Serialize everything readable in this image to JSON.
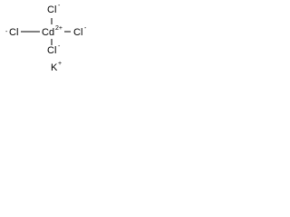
{
  "molecule": {
    "center_atom": {
      "symbol": "Cd",
      "charge": "2+"
    },
    "top_ligand": {
      "symbol": "Cl",
      "charge": "-"
    },
    "left_ligand": {
      "symbol": "Cl",
      "charge": "-",
      "prefix_charge": "-"
    },
    "right_ligand": {
      "symbol": "Cl",
      "charge": "-"
    },
    "bottom_ligand": {
      "symbol": "Cl",
      "charge": "-"
    },
    "counter_ion": {
      "symbol": "K",
      "charge": "+"
    }
  }
}
